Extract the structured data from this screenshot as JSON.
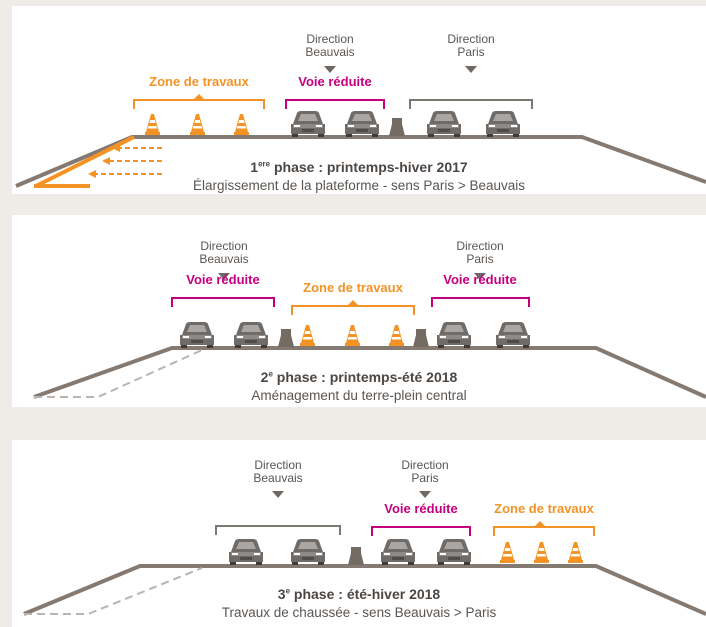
{
  "colors": {
    "road": "#857a71",
    "orange": "#f39325",
    "magenta": "#c5007e",
    "gray_bracket": "#7d7772",
    "text": "#5a5551",
    "car": "#6c6866"
  },
  "direction_beauvais": "Direction\nBeauvais",
  "direction_paris": "Direction\nParis",
  "labels": {
    "zone_travaux": "Zone de travaux",
    "voie_reduite": "Voie réduite"
  },
  "phases": [
    {
      "num": "1",
      "suffix": "ere",
      "title_rest": " phase : printemps-hiver 2017",
      "subtitle": "Élargissement de la plateforme - sens Paris > Beauvais"
    },
    {
      "num": "2",
      "suffix": "e",
      "title_rest": " phase : printemps-été 2018",
      "subtitle": "Aménagement du terre-plein central"
    },
    {
      "num": "3",
      "suffix": "e",
      "title_rest": " phase : été-hiver 2018",
      "subtitle": "Travaux de chaussée - sens Beauvais > Paris"
    }
  ]
}
